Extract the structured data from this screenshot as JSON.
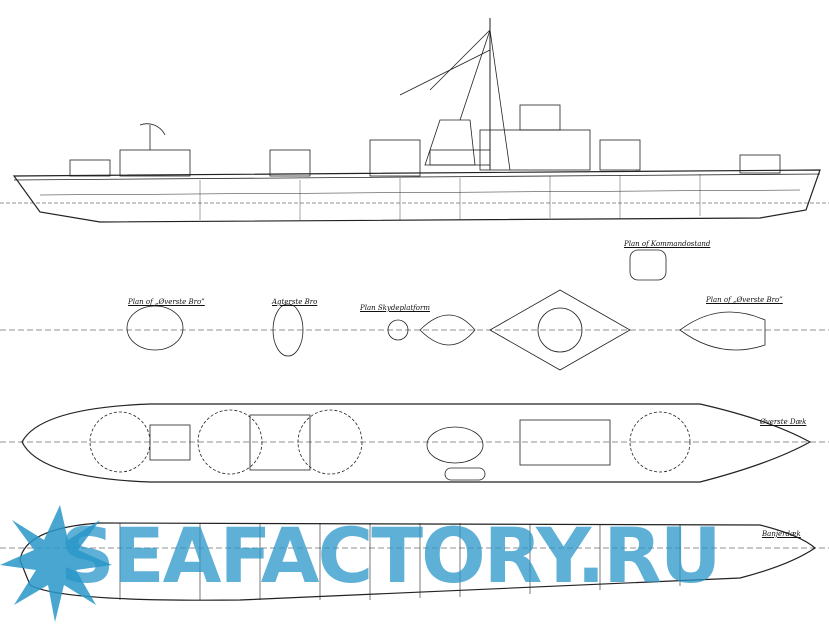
{
  "drawing": {
    "labels": {
      "kommandostand": "Plan of Kommandostand",
      "gun_platform": "Plan of „Øverste Bro”",
      "gun_small": "Agterste Bro",
      "searchlight": "Plan Skydeplatform",
      "overste_bro": "Plan of „Øverste Bro”",
      "overste_daek": "Øverste Dæk",
      "banjerdaek": "Banjerdæk"
    },
    "watermark": "SEAFACTORY.RU",
    "colors": {
      "ink": "#222222",
      "watermark": "#2896c8"
    }
  }
}
